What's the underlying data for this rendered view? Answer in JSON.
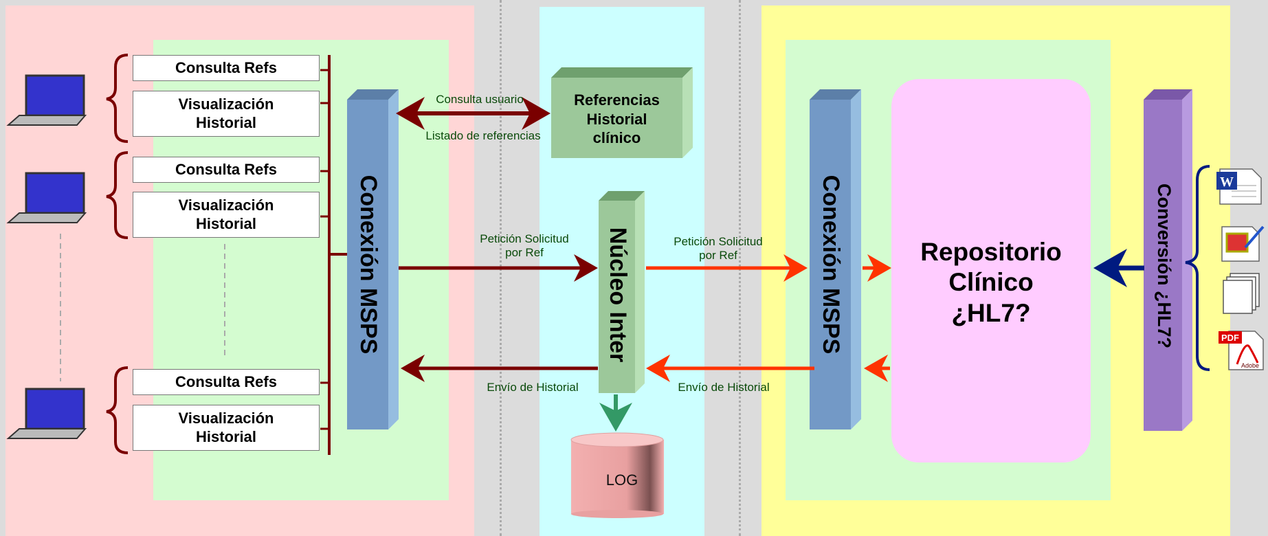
{
  "colors": {
    "client_zone": "#ffd6d6",
    "green_zone": "#d4fcd0",
    "core_zone": "#ccffff",
    "repo_zone": "#ffff99",
    "dark_red": "#7a0000",
    "orange_red": "#ff3300",
    "navy": "#001a80",
    "pillar_blue": "#7399c6",
    "pillar_purple": "#9a78c6",
    "pillar_green": "#9cc89a",
    "repo_pink": "#ffccff"
  },
  "clients": [
    {
      "consulta": "Consulta Refs",
      "visualizacion": "Visualización\nHistorial"
    },
    {
      "consulta": "Consulta Refs",
      "visualizacion": "Visualización\nHistorial"
    },
    {
      "consulta": "Consulta Refs",
      "visualizacion": "Visualización\nHistorial"
    }
  ],
  "left_connector": "Conexión MSPS",
  "right_connector": "Conexión MSPS",
  "core": "Núcleo Inter",
  "references_box": "Referencias\nHistorial\nclínico",
  "log": "LOG",
  "repository": "Repositorio\nClínico\n¿HL7?",
  "conversion": "Conversión ¿HL7?",
  "arrows": {
    "consulta_usuario": "Consulta usuario",
    "listado_referencias": "Listado de referencias",
    "peticion_left": "Petición Solicitud\npor Ref",
    "peticion_right": "Petición Solicitud\npor Ref",
    "envio_left": "Envío de Historial",
    "envio_right": "Envío de Historial"
  },
  "documents": [
    "word-document-icon",
    "image-document-icon",
    "pages-document-icon",
    "pdf-document-icon"
  ],
  "document_labels": {
    "pdf": "PDF",
    "adobe": "Adobe"
  }
}
